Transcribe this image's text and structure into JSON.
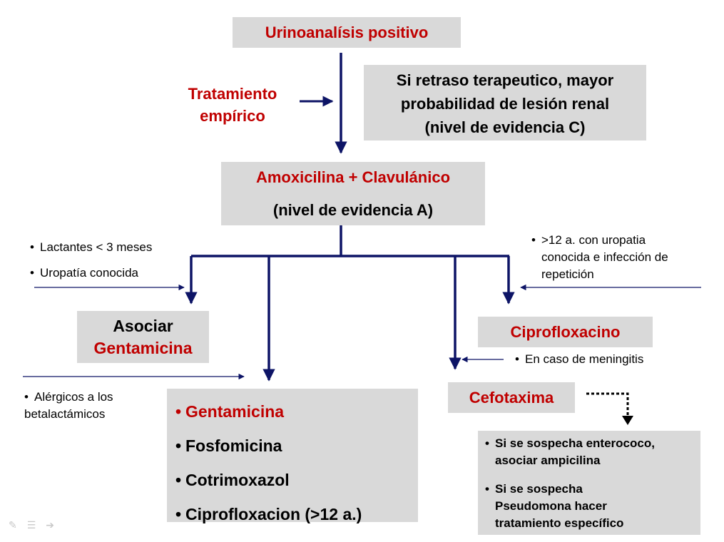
{
  "top_box": "Urinoanalísis positivo",
  "left_label": {
    "line1": "Tratamiento",
    "line2": "empírico"
  },
  "note_box": {
    "line1": "Si retraso terapeutico, mayor",
    "line2": "probabilidad de lesión renal",
    "line3": "(nivel de evidencia C)"
  },
  "main_box": {
    "line1": "Amoxicilina + Clavulánico",
    "line2": "(nivel de evidencia A)"
  },
  "left_conditions": [
    "Lactantes < 3 meses",
    "Uropatía conocida"
  ],
  "right_condition": {
    "line1": ">12 a. con uropatia",
    "line2": "conocida e infección de",
    "line3": "repetición"
  },
  "asociar_box": {
    "line1": "Asociar",
    "line2": "Gentamicina"
  },
  "cipro_box": "Ciprofloxacino",
  "meningitis_note": "En caso de meningitis",
  "cefotaxima_box": "Cefotaxima",
  "allergic_note": {
    "line1": "Alérgicos a los",
    "line2": "betalactámicos"
  },
  "alternatives": [
    "Gentamicina",
    "Fosfomicina",
    "Cotrimoxazol",
    "Ciprofloxacion (>12 a.)"
  ],
  "suspect_box": {
    "item1": {
      "line1": "Si se sospecha enterococo,",
      "line2": "asociar ampicilina"
    },
    "item2": {
      "line1": "Si se sospecha",
      "line2": "Pseudomona hacer",
      "line3": "tratamiento específico"
    }
  },
  "colors": {
    "accent_red": "#c00000",
    "arrow_navy": "#0d1466",
    "box_gray": "#d9d9d9"
  }
}
